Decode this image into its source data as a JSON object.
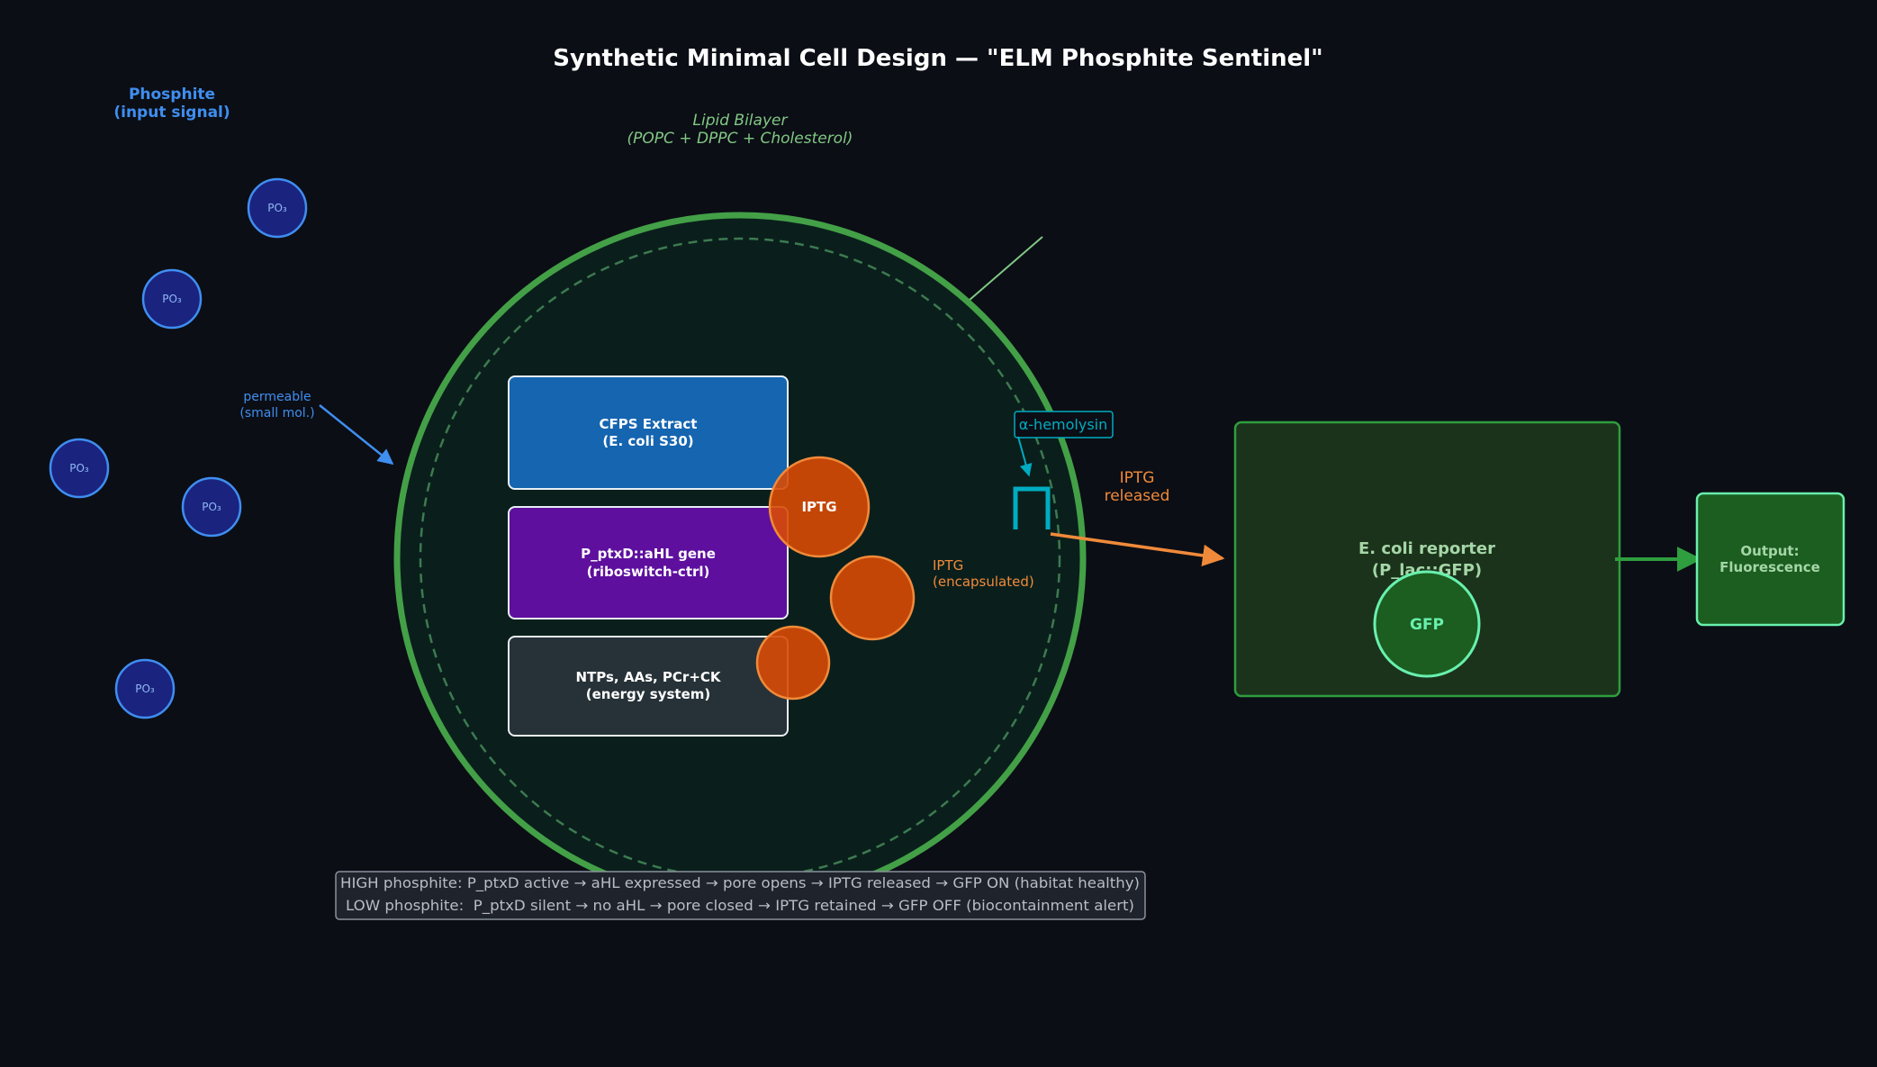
{
  "title": "Synthetic Minimal Cell Design — \"ELM Phosphite Sentinel\"",
  "phosphite_label": {
    "line1": "Phosphite",
    "line2": "(input signal)"
  },
  "phosphite_molecule_label": "PO₃",
  "phosphite_molecule_count": 5,
  "permeable_label": {
    "line1": "permeable",
    "line2": "(small mol.)"
  },
  "bilayer_label": {
    "line1": "Lipid Bilayer",
    "line2": "(POPC + DPPC + Cholesterol)"
  },
  "cell_components": [
    {
      "id": "cfps",
      "line1": "CFPS Extract",
      "line2": "(E. coli S30)",
      "color": "#1565b0"
    },
    {
      "id": "gene",
      "line1": "P_ptxD::aHL gene",
      "line2": "(riboswitch-ctrl)",
      "color": "#5e0f9e"
    },
    {
      "id": "energy",
      "line1": "NTPs, AAs, PCr+CK",
      "line2": "(energy system)",
      "color": "#263238"
    }
  ],
  "iptg_molecule_label": "IPTG",
  "iptg_encapsulated_label": {
    "line1": "IPTG",
    "line2": "(encapsulated)"
  },
  "hemolysin_label": "α-hemolysin",
  "iptg_released_label": {
    "line1": "IPTG",
    "line2": "released"
  },
  "reporter": {
    "line1": "E. coli reporter",
    "line2": "(P_lac::GFP)",
    "gfp_label": "GFP"
  },
  "output": {
    "line1": "Output:",
    "line2": "Fluorescence"
  },
  "legend": {
    "line1": "HIGH phosphite: P_ptxD active → aHL expressed → pore opens → IPTG released → GFP ON (habitat healthy)",
    "line2": "LOW phosphite:  P_ptxD silent → no aHL → pore closed → IPTG retained → GFP OFF (biocontainment alert)"
  },
  "colors": {
    "background": "#0b0e15",
    "membrane": "#43a047",
    "cell_fill": "#0a1f1c",
    "phosphite_blue": "#3f8ef0",
    "phosphite_fill": "#1a237e",
    "iptg_orange": "#d84a05",
    "hemolysin_cyan": "#00acc1",
    "reporter_fill": "#1b331b",
    "gfp_green": "#69f0ae"
  }
}
